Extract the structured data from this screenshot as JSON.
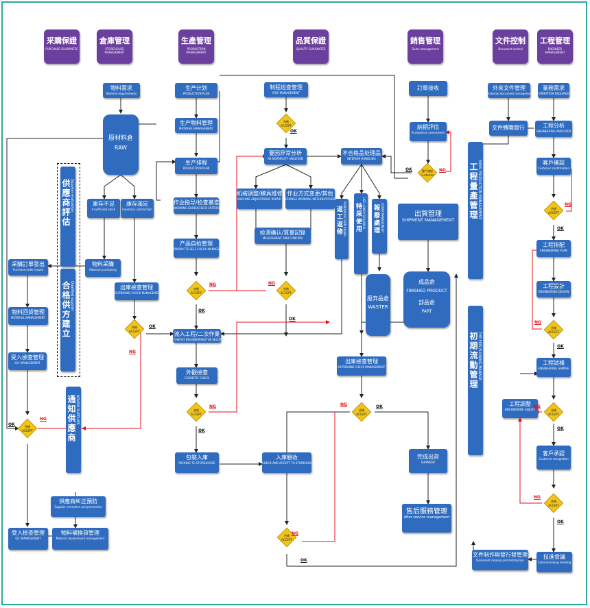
{
  "headers": [
    {
      "zh": "采購保證",
      "en": "PURCHASE GUARANTEE"
    },
    {
      "zh": "倉庫管理",
      "en": "STOREHOUSE MANAGEMENT"
    },
    {
      "zh": "生產管理",
      "en": "PRODUCTION MANAGEMENT"
    },
    {
      "zh": "品質保證",
      "en": "QUALITY GUARANTEE"
    },
    {
      "zh": "銷售管理",
      "en": "Sales management"
    },
    {
      "zh": "文件控制",
      "en": "Document control"
    },
    {
      "zh": "工程管理",
      "en": "ENGINEER MANAGEMENT"
    }
  ],
  "boxes": {
    "material_req": {
      "zh": "物料需求",
      "en": "Material requirements"
    },
    "raw": {
      "zh": "原材料倉",
      "en": "RAW"
    },
    "insufficient": {
      "zh": "庫存不足",
      "en": "Insufficient stock"
    },
    "satisfied": {
      "zh": "庫存滿足",
      "en": "Inventory satisfaction"
    },
    "mat_purchase": {
      "zh": "物料采購",
      "en": "Material purchasing"
    },
    "outbound_check": {
      "zh": "出庫檢查管理",
      "en": "OUTBOUND CHECK MANAGEMENT"
    },
    "purchase_order": {
      "zh": "采購訂單發出",
      "en": "Purchase order issued"
    },
    "mat_return": {
      "zh": "物料回貨管理",
      "en": "MATERIAL MANAGEMENT"
    },
    "iqc1": {
      "zh": "受入檢查管理",
      "en": "IQC MANAGEMENT"
    },
    "corrective": {
      "zh": "供應商糾正預防",
      "en": "Supplier corrective and preventive"
    },
    "iqc2": {
      "zh": "受入檢查管理",
      "en": "IQC MANAGEMENT"
    },
    "mat_replace": {
      "zh": "物料補換貨管理",
      "en": "Material replacement management"
    },
    "prod_plan": {
      "zh": "生产计划",
      "en": "PRODUCTION PLAN"
    },
    "prod_material": {
      "zh": "生产物料管理",
      "en": "MATERIAL MANAGEMENT"
    },
    "prod_schedule": {
      "zh": "生产排程",
      "en": "PRODUCTION PLAN"
    },
    "work_guide": {
      "zh": "作业指导/检查基准",
      "en": "WORKING GUIDE/CHECK CRITERIA"
    },
    "self_check": {
      "zh": "产品自检管理",
      "en": "PRODUCTS SELF-CHECK MANAGE"
    },
    "second_work": {
      "zh": "流入工程/二次作業",
      "en": "TOWORT ENGINEERING/THE SECOND WORK"
    },
    "cosmetic": {
      "zh": "外觀檢查",
      "en": "COSMETIC CHECK"
    },
    "packing": {
      "zh": "包裝入庫",
      "en": "PACKING TO STOREHOUSE"
    },
    "accept_store": {
      "zh": "入庫驗收",
      "en": "CHECK AND ACCEPT TO STOREHOUSE"
    },
    "ipqc": {
      "zh": "制程巡查管理",
      "en": "IPQC MANAGEMENT"
    },
    "abnormal": {
      "zh": "要因异常分析",
      "en": "AB NORMALITY ANALYSED"
    },
    "inferior": {
      "zh": "不合格品处理品",
      "en": "INFERIOR HANDLING"
    },
    "machine_adj": {
      "zh": "机械调整/模具维修",
      "en": "MACHINE ADJUST/MOLD REPAIR"
    },
    "method_change": {
      "zh": "作业方式变更/其他",
      "en": "CHANGE WORKING METHOD/OTHER"
    },
    "measure": {
      "zh": "检测确认/質量記錄",
      "en": "MESUREMENT AND CONFIRM"
    },
    "order_recv": {
      "zh": "訂單接收",
      "en": ""
    },
    "accept_eval": {
      "zh": "納期評估",
      "en": "Acceptance assessment"
    },
    "shipment_mgmt": {
      "zh": "出貨管理",
      "en": "SHIPMENT MANAGEMENT"
    },
    "finished": {
      "zh": "成品倉",
      "en": "FINISHED PRODUCT",
      "zh2": "部品倉",
      "en2": "PART"
    },
    "outbound_check2": {
      "zh": "出庫檢查管理",
      "en": "OUTBOUND CHECK MANAGEMENT"
    },
    "shipment": {
      "zh": "完成出貨",
      "en": "SHIPMENT"
    },
    "after_service": {
      "zh": "售后服務管理",
      "en": "After service management"
    },
    "ext_doc": {
      "zh": "外來文件管理",
      "en": "External document management"
    },
    "op_req": {
      "zh": "業務需求",
      "en": "OPERATION REQUIRED"
    },
    "doc_issue": {
      "zh": "文件轉職發行",
      "en": ""
    },
    "eng_analysis": {
      "zh": "工程分析",
      "en": "ENGINEERING ANALYZED"
    },
    "cust_confirm": {
      "zh": "客戶確認",
      "en": "Customer confirmation"
    },
    "eng_plan": {
      "zh": "工程排配",
      "en": "ENGINEERING PLAN"
    },
    "eng_design": {
      "zh": "工程設計",
      "en": "ENGINEERING DESIGN"
    },
    "eng_sample": {
      "zh": "工程試樣",
      "en": "ENGINEERING SAMPLE"
    },
    "eng_adjust": {
      "zh": "工程調整",
      "en": "ENGINEERING ADJUST"
    },
    "cust_recog": {
      "zh": "客戶承認",
      "en": "Customer recognition"
    },
    "doc_dist": {
      "zh": "文件制作與發行發管理",
      "en": "Document making and distribution"
    },
    "commission": {
      "zh": "技進會議",
      "en": "Commissioning meeting"
    }
  },
  "vboxes": {
    "supplier_eval": {
      "zh": "供應商評估",
      "en": "Supplier evaluation"
    },
    "qualified": {
      "zh": "合格供方建立",
      "en": "Qualified supplier"
    },
    "advise": {
      "zh": "通知供應商",
      "en": "ADVISE SUPPLIER"
    },
    "rework": {
      "zh": "返工返修",
      "en": "REWORK/RETURN REPAIR"
    },
    "lower_use": {
      "zh": "特采使用",
      "en": "USE LOWER REQUIRED"
    },
    "scrap": {
      "zh": "報廢處理",
      "en": "SCRAP MANAGEMENT"
    },
    "waster": {
      "zh": "廢弃品倉",
      "en": "WASTER"
    },
    "mass_prod": {
      "zh": "工程量產管理",
      "en": "MASS PRODUCTION MANAGEMENT"
    },
    "first_flow": {
      "zh": "初期流動管理",
      "en": "THE FIRS FLOWING MANAGE"
    }
  },
  "diamond": {
    "t1": "合格",
    "t2": "ACCEPT",
    "t2_customer": "Customer",
    "t1_customer": "客戶確認"
  },
  "labels": {
    "ok": "OK",
    "ng": "NG"
  },
  "colors": {
    "box": "#2f6cbf",
    "header": "#6b3f9e",
    "diamond": "#f0c419",
    "ng_line": "#e0101a",
    "frame": "#2aa79b"
  }
}
